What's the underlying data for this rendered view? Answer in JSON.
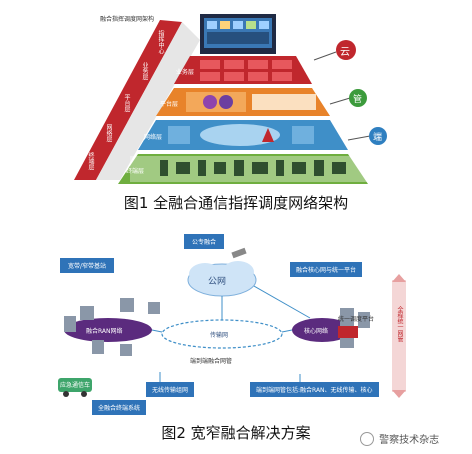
{
  "figure1": {
    "title": "融合指挥调度网架构",
    "caption": "图1  全融合通信指挥调度网络架构",
    "wedge_labels": [
      "指挥中心",
      "业务层",
      "平台层",
      "网络层",
      "终端层"
    ],
    "layers": [
      {
        "name": "业务层",
        "color": "#c0272d"
      },
      {
        "name": "平台层",
        "color": "#e8832a"
      },
      {
        "name": "网络层",
        "color": "#3f8fc8"
      },
      {
        "name": "终端层",
        "color": "#6fae3f"
      }
    ],
    "side_markers": [
      {
        "label": "云",
        "color": "#c0272d"
      },
      {
        "label": "管",
        "color": "#3c9b3c"
      },
      {
        "label": "端",
        "color": "#2f7fc0"
      }
    ]
  },
  "figure2": {
    "caption": "图2  宽窄融合解决方案",
    "labels": {
      "broadband_station": "宽带/窄带基站",
      "public_fusion": "公专融合",
      "public_net": "公网",
      "core_fusion": "融合核心网与统一平台",
      "ran": "融合RAN网络",
      "transport": "传输网",
      "core_net": "核心网络",
      "unified_platform": "统一调度平台",
      "access_label": "端到端融合网管",
      "wireless": "无线传输组网",
      "summary": "端到端网管包括:融合RAN、无线传输、核心",
      "terminal": "全融合终端系统",
      "vehicle": "应急通信车",
      "vertical": "全程统一网管"
    }
  },
  "watermark": "警察技术杂志"
}
